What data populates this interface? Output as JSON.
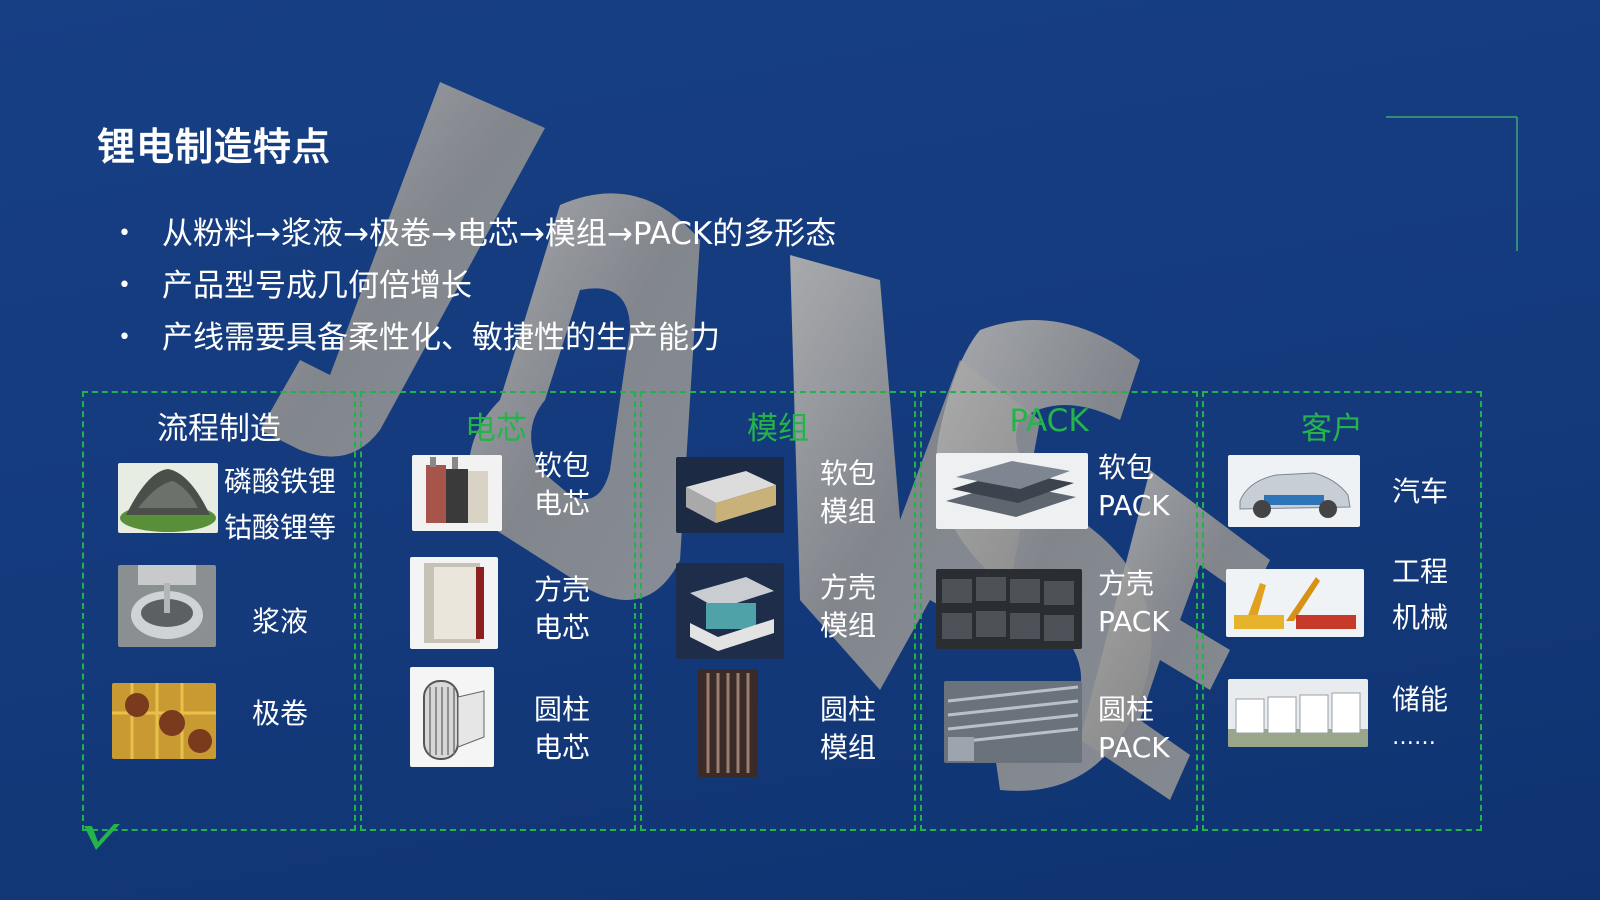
{
  "title": "锂电制造特点",
  "bullets": [
    "从粉料→浆液→极卷→电芯→模组→PACK的多形态",
    "产品型号成几何倍增长",
    "产线需要具备柔性化、敏捷性的生产能力"
  ],
  "bullet_symbol": "•",
  "columns": [
    {
      "header": "流程制造",
      "items": [
        {
          "label_line1": "磷酸铁锂",
          "label_line2": "钴酸锂等",
          "icon": "powder-photo"
        },
        {
          "label_line1": "浆液",
          "label_line2": "",
          "icon": "slurry-mixer-photo"
        },
        {
          "label_line1": "极卷",
          "label_line2": "",
          "icon": "electrode-roll-photo"
        }
      ]
    },
    {
      "header": "电芯",
      "items": [
        {
          "label_line1": "软包",
          "label_line2": "电芯",
          "icon": "pouch-cell-image"
        },
        {
          "label_line1": "方壳",
          "label_line2": "电芯",
          "icon": "prismatic-cell-image"
        },
        {
          "label_line1": "圆柱",
          "label_line2": "电芯",
          "icon": "cylindrical-cell-image"
        }
      ]
    },
    {
      "header": "模组",
      "items": [
        {
          "label_line1": "软包",
          "label_line2": "模组",
          "icon": "pouch-module-image"
        },
        {
          "label_line1": "方壳",
          "label_line2": "模组",
          "icon": "prismatic-module-image"
        },
        {
          "label_line1": "圆柱",
          "label_line2": "模组",
          "icon": "cylindrical-module-image"
        }
      ]
    },
    {
      "header": "PACK",
      "items": [
        {
          "label_line1": "软包",
          "label_line2": "PACK",
          "icon": "pouch-pack-image"
        },
        {
          "label_line1": "方壳",
          "label_line2": "PACK",
          "icon": "prismatic-pack-image"
        },
        {
          "label_line1": "圆柱",
          "label_line2": "PACK",
          "icon": "cylindrical-pack-image"
        }
      ]
    },
    {
      "header": "客户",
      "items": [
        {
          "label_line1": "汽车",
          "label_line2": "",
          "icon": "car-chassis-image"
        },
        {
          "label_line1": "工程",
          "label_line2": "机械",
          "icon": "construction-machinery-image"
        },
        {
          "label_line1": "储能",
          "label_line2": "……",
          "icon": "energy-storage-image"
        }
      ]
    }
  ],
  "colors": {
    "background": "#143a7c",
    "accent_green": "#25b44a",
    "dashed_border": "#22b24c",
    "text": "#ffffff",
    "watermark": "#9a9a9a"
  }
}
